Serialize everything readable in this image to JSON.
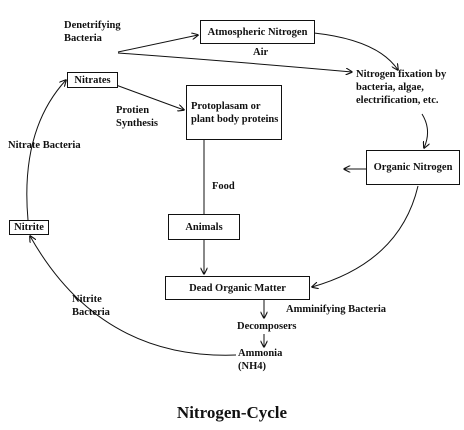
{
  "diagram": {
    "title": "Nitrogen-Cycle",
    "nodes": {
      "atmospheric_nitrogen": "Atmospheric Nitrogen",
      "nitrates": "Nitrates",
      "protoplasm_line1": "Protoplasam or",
      "protoplasm_line2": "plant body proteins",
      "organic_nitrogen": "Organic Nitrogen",
      "nitrite": "Nitrite",
      "animals": "Animals",
      "dead_organic_matter": "Dead Organic Matter"
    },
    "labels": {
      "denitrifying_line1": "Denetrifying",
      "denitrifying_line2": "Bacteria",
      "air": "Air",
      "fixation_line1": "Nitrogen fixation by",
      "fixation_line2": "bacteria, algae,",
      "fixation_line3": "electrification, etc.",
      "protein_synthesis_line1": "Protien",
      "protein_synthesis_line2": "Synthesis",
      "nitrate_bacteria": "Nitrate Bacteria",
      "food": "Food",
      "nitrite_bacteria_line1": "Nitrite",
      "nitrite_bacteria_line2": "Bacteria",
      "amminifying_bacteria": "Amminifying Bacteria",
      "decomposers": "Decomposers",
      "ammonia_line1": "Ammonia",
      "ammonia_line2": "(NH4)"
    }
  }
}
